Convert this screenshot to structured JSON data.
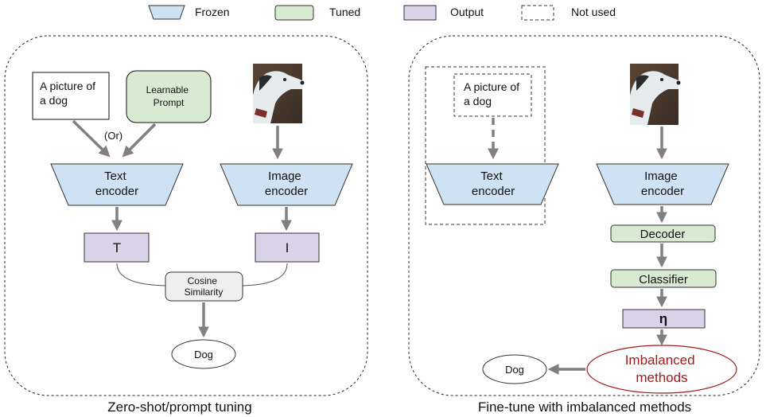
{
  "legend": {
    "frozen": "Frozen",
    "tuned": "Tuned",
    "output": "Output",
    "not_used": "Not used"
  },
  "left_panel": {
    "text_prompt": [
      "A picture of",
      "a dog"
    ],
    "or_label": "(Or)",
    "learnable_prompt": [
      "Learnable",
      "Prompt"
    ],
    "text_encoder": [
      "Text",
      "encoder"
    ],
    "image_encoder": [
      "Image",
      "encoder"
    ],
    "text_feature": "T",
    "image_feature": "I",
    "cosine_similarity": [
      "Cosine",
      "Similarity"
    ],
    "prediction": "Dog",
    "caption": "Zero-shot/prompt tuning"
  },
  "right_panel": {
    "text_prompt": [
      "A picture of",
      "a dog"
    ],
    "text_encoder": [
      "Text",
      "encoder"
    ],
    "image_encoder": [
      "Image",
      "encoder"
    ],
    "decoder": "Decoder",
    "classifier": "Classifier",
    "output": "η",
    "imbalanced_methods": [
      "Imbalanced",
      "methods"
    ],
    "prediction": "Dog",
    "caption": "Fine-tune with imbalanced methods"
  },
  "colors": {
    "frozen": "#cfe2f3",
    "tuned": "#d9ead3",
    "output": "#d9d2e9",
    "similarity": "#efefef",
    "arrow": "#808080",
    "imbalanced": "#a31a1a"
  }
}
